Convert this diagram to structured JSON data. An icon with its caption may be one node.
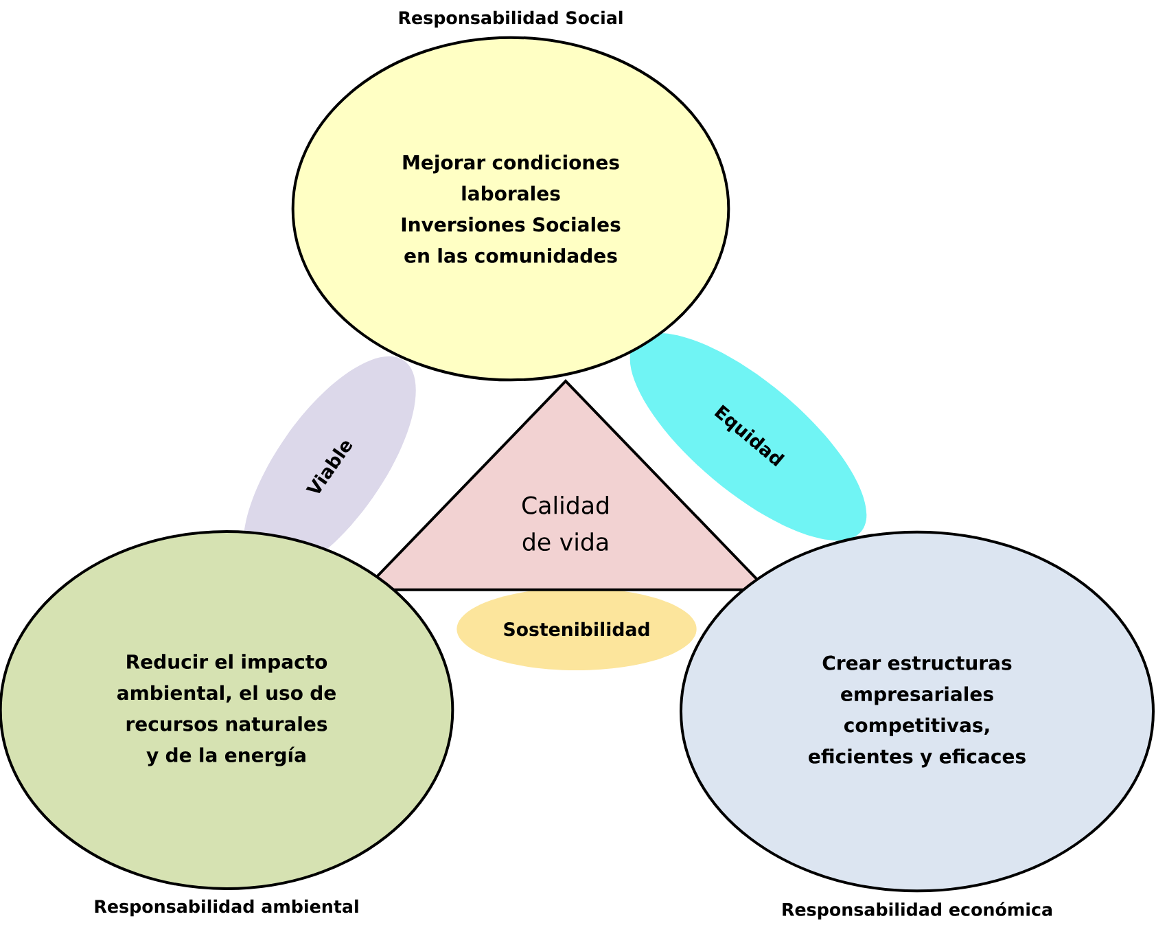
{
  "diagram": {
    "nodes": [
      {
        "text": [
          "Responsabilidad Social",
          "Mejorar condiciones laborales",
          "Inversiones Sociales en las comunidades"
        ]
      },
      {
        "text": [
          "Viable"
        ]
      },
      {
        "text": [
          "Equidad"
        ]
      },
      {
        "text": [
          "Calidad de vida"
        ]
      },
      {
        "text": [
          "Sostenibilidad"
        ]
      },
      {
        "text": [
          "Reducir el impacto ambiental, el uso de recursos naturales y de la energía",
          "Responsabilidad ambiental"
        ]
      },
      {
        "text": [
          "Crear estructuras empresariales competitivas, eficientes y eficaces",
          "Responsabilidad económica"
        ]
      }
    ]
  }
}
